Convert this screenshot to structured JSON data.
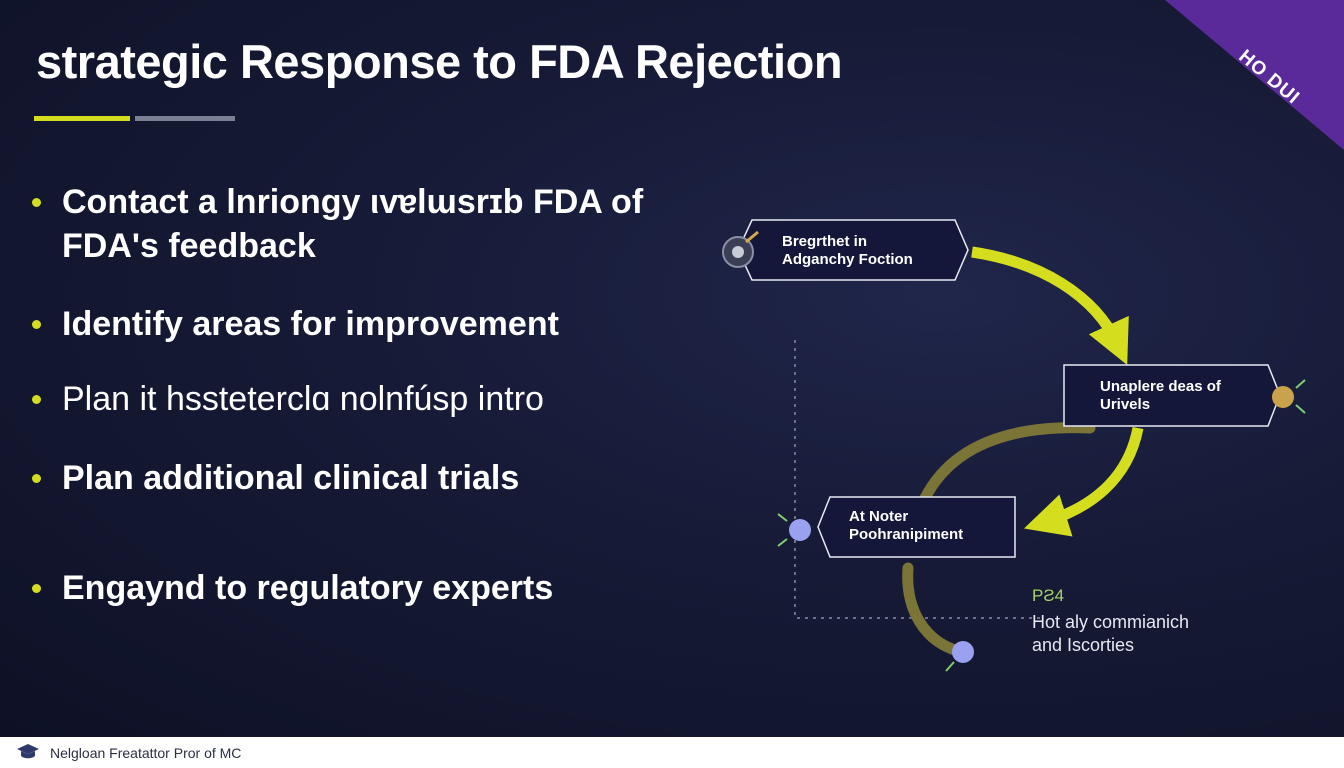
{
  "slide": {
    "title": "strategic Response to FDA Rejection",
    "corner_badge": "HO DUI",
    "colors": {
      "accent": "#d4de1f",
      "muted_line": "#7a7f93",
      "ribbon": "#5b2a9a",
      "background": "#161a36"
    },
    "bullets": [
      {
        "line1": "Contact a lnriongy ιvɐlɯsrɪb FDA of",
        "line2": "FDA's feedback"
      },
      {
        "line1": "Identify areas for improvement"
      },
      {
        "line1": "Plan it hssteterclɑ nolnfúsp intro"
      },
      {
        "line1": "Plan additional clinical trials"
      },
      {
        "line1": "Engaynd to regulatory experts"
      }
    ]
  },
  "flow": {
    "nodes": [
      {
        "line1": "Bregrthet in",
        "line2": "Adganchy Foction"
      },
      {
        "line1": "Unaplere deas of",
        "line2": "Urivels"
      },
      {
        "line1": "At Noter",
        "line2": "Poohranipiment"
      }
    ],
    "side_note": {
      "code": "PƧ4",
      "line1": "Hot aly commianich",
      "line2": "and Iscorties"
    }
  },
  "footer": {
    "icon": "graduation-cap-icon",
    "text": "Nelgloan Freatattor Pror of MC"
  }
}
